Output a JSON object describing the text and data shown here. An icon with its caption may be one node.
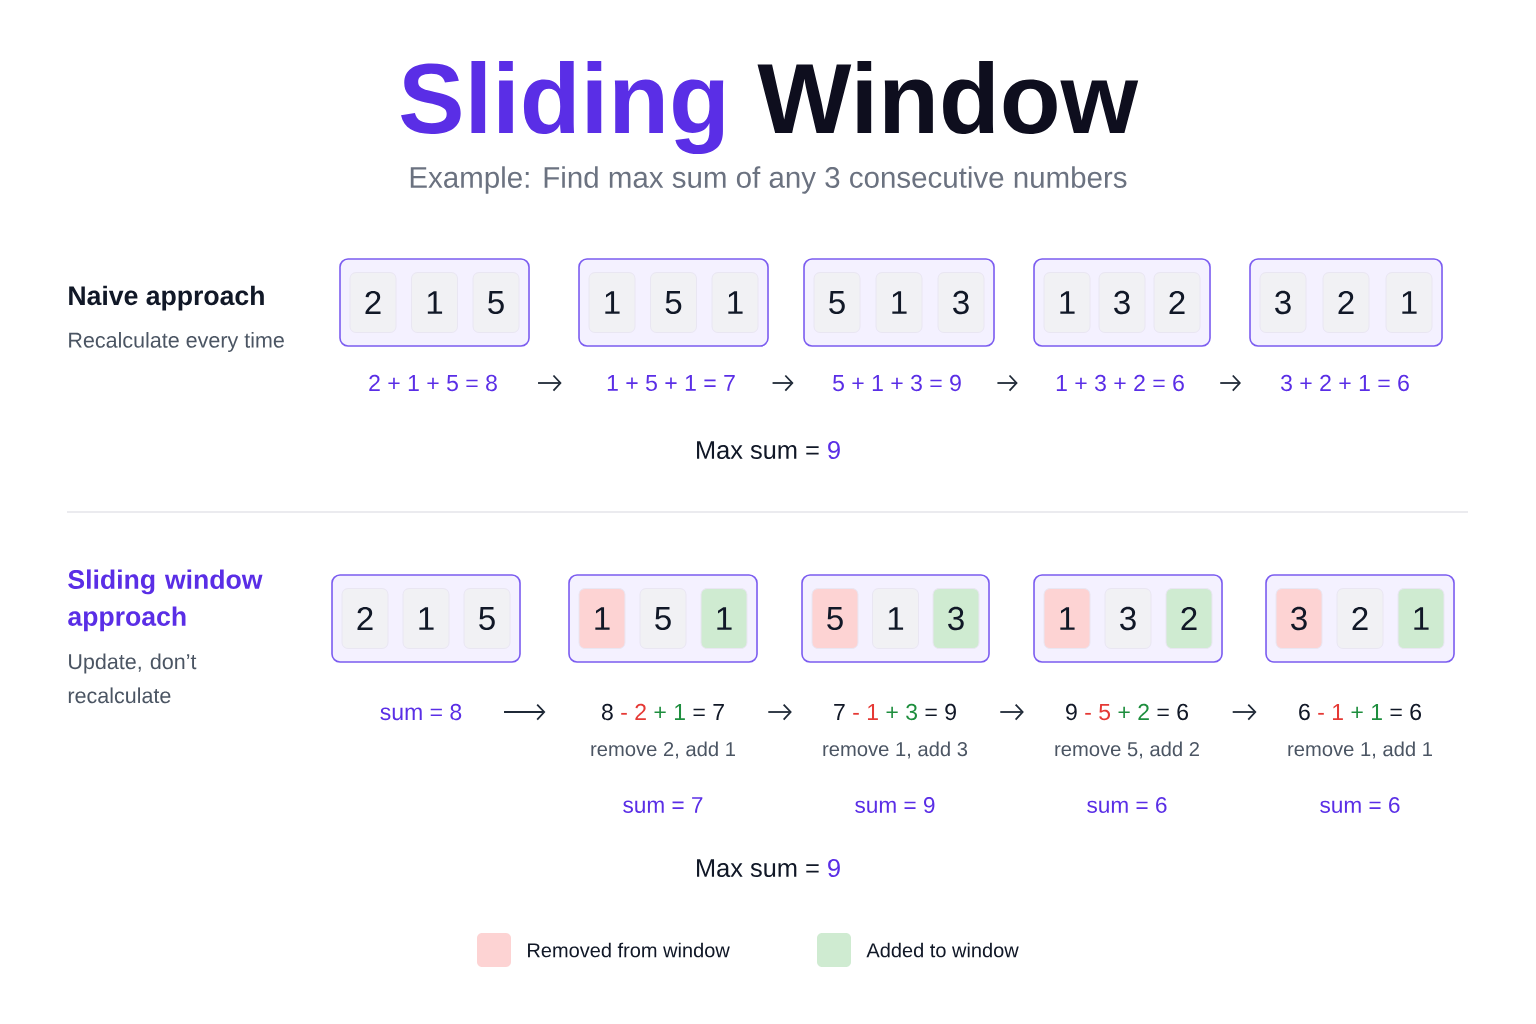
{
  "diagram": {
    "title": "Sliding Window",
    "nodes": [
      {
        "text": [],
        "shape": "box"
      },
      {
        "text": [
          "2"
        ],
        "in": 0
      },
      {
        "text": [
          "1"
        ],
        "in": 0
      },
      {
        "text": [
          "5"
        ],
        "in": 0
      },
      {
        "text": [],
        "shape": "box"
      },
      {
        "text": [
          "1"
        ],
        "in": 4
      },
      {
        "text": [
          "5"
        ],
        "in": 4
      },
      {
        "text": [
          "1"
        ],
        "in": 4
      },
      {
        "text": [],
        "shape": "box"
      },
      {
        "text": [
          "5"
        ],
        "in": 8
      },
      {
        "text": [
          "1"
        ],
        "in": 8
      },
      {
        "text": [
          "3"
        ],
        "in": 8
      },
      {
        "text": [],
        "shape": "box"
      },
      {
        "text": [
          "1"
        ],
        "in": 12
      },
      {
        "text": [
          "3"
        ],
        "in": 12
      },
      {
        "text": [
          "2"
        ],
        "in": 12
      },
      {
        "text": [],
        "shape": "box"
      },
      {
        "text": [
          "3"
        ],
        "in": 16
      },
      {
        "text": [
          "2"
        ],
        "in": 16
      },
      {
        "text": [
          "1"
        ],
        "in": 16
      },
      {
        "text": [
          "2 + 1 + 5 = 8"
        ]
      },
      {
        "text": [
          "1 + 5 + 1 = 7"
        ]
      },
      {
        "text": [
          "5 + 1 + 3 = 9"
        ]
      },
      {
        "text": [
          "1 + 3 + 2 = 6"
        ]
      },
      {
        "text": [
          "3 + 2 + 1 = 6"
        ]
      },
      {
        "text": [],
        "shape": "box"
      },
      {
        "text": [
          "2"
        ],
        "in": 25
      },
      {
        "text": [
          "1"
        ],
        "in": 25
      },
      {
        "text": [
          "5"
        ],
        "in": 25
      },
      {
        "text": [],
        "shape": "box"
      },
      {
        "text": [
          "1"
        ],
        "in": 29
      },
      {
        "text": [
          "5"
        ],
        "in": 29
      },
      {
        "text": [
          "1"
        ],
        "in": 29
      },
      {
        "text": [],
        "shape": "box"
      },
      {
        "text": [
          "5"
        ],
        "in": 33
      },
      {
        "text": [
          "1"
        ],
        "in": 33
      },
      {
        "text": [
          "3"
        ],
        "in": 33
      },
      {
        "text": [],
        "shape": "box"
      },
      {
        "text": [
          "1"
        ],
        "in": 37
      },
      {
        "text": [
          "3"
        ],
        "in": 37
      },
      {
        "text": [
          "2"
        ],
        "in": 37
      },
      {
        "text": [],
        "shape": "box"
      },
      {
        "text": [
          "3"
        ],
        "in": 41
      },
      {
        "text": [
          "2"
        ],
        "in": 41
      },
      {
        "text": [
          "1"
        ],
        "in": 41
      },
      {
        "text": [
          "sum = 8"
        ]
      },
      {
        "text": [
          "8 - 2 + 1 = 7"
        ],
        "beside": [
          "remove 2, add 1",
          "sum = 7"
        ]
      },
      {
        "text": [
          "7 - 1 + 3 = 9"
        ],
        "beside": [
          "remove 1, add 3",
          "sum = 9"
        ]
      },
      {
        "text": [
          "9 - 5 + 2 = 6"
        ],
        "beside": [
          "remove 5, add 2",
          "sum = 6"
        ]
      },
      {
        "text": [
          "6 - 1 + 1 = 6"
        ],
        "beside": [
          "remove 1, add 1",
          "sum = 6"
        ]
      }
    ],
    "edges": [
      {
        "from": 20,
        "to": 21,
        "arrow": "to"
      },
      {
        "from": 21,
        "to": 22,
        "arrow": "to"
      },
      {
        "from": 22,
        "to": 23,
        "arrow": "to"
      },
      {
        "from": 23,
        "to": 24,
        "arrow": "to"
      },
      {
        "from": 45,
        "to": 46,
        "arrow": "to"
      },
      {
        "from": 46,
        "to": 47,
        "arrow": "to"
      },
      {
        "from": 47,
        "to": 48,
        "arrow": "to"
      },
      {
        "from": 48,
        "to": 49,
        "arrow": "to"
      }
    ],
    "labels": [
      "Example: Find max sum of any 3 consecutive numbers",
      "Naive approach",
      "Recalculate every time",
      "Max sum = 9",
      "Sliding window approach",
      "Update, don’t recalculate",
      "Max sum = 9"
    ],
    "legend": [
      {
        "text": "Removed from window",
        "color": "#fdd3d3"
      },
      {
        "text": "Added to window",
        "color": "#cfebd1"
      }
    ]
  }
}
